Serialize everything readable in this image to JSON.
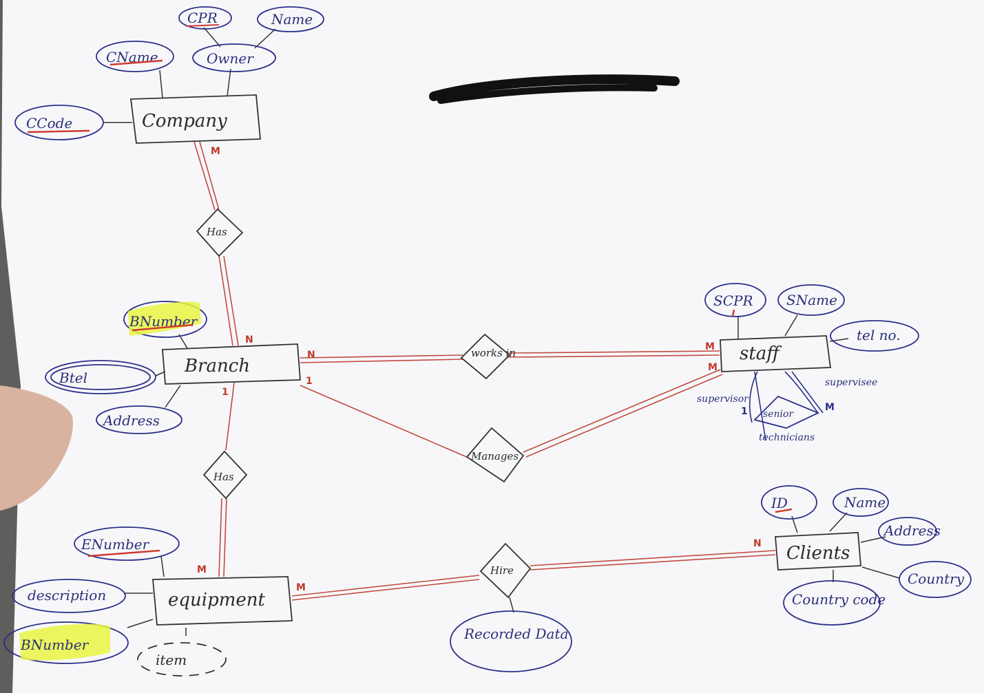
{
  "entities": {
    "company": "Company",
    "branch": "Branch",
    "staff": "staff",
    "equipment": "equipment",
    "clients": "Clients",
    "item": "item"
  },
  "relationships": {
    "has_company_branch": "Has",
    "has_branch_equipment": "Has",
    "works_in": "works in",
    "manages": "Manages",
    "hire": "Hire",
    "senior_technician": "senior"
  },
  "attributes": {
    "company": [
      "CName",
      "CCode"
    ],
    "owner": "Owner",
    "owner_parts": [
      "CPR",
      "Name"
    ],
    "branch": [
      "BNumber",
      "Btel",
      "Address"
    ],
    "staff": [
      "SCPR",
      "SName",
      "tel no."
    ],
    "equipment": [
      "ENumber",
      "description",
      "BNumber"
    ],
    "clients": [
      "ID",
      "Name",
      "Address",
      "Country",
      "Country code"
    ],
    "hire": [
      "Recorded Data"
    ]
  },
  "labels": {
    "technician": "technicians",
    "supervisor": "supervisor",
    "supervisee": "supervisee"
  },
  "cardinalities": {
    "company_has": "M",
    "branch_has_company": "N",
    "branch_works_in": "N",
    "staff_works_in": "M",
    "staff_manages": "M",
    "branch_manages": "1",
    "branch_has_equipment": "1",
    "equipment_has": "M",
    "equipment_hire": "M",
    "clients_hire": "N",
    "supervisor": "1",
    "supervisee": "M"
  },
  "colors": {
    "paper": "#f7f7f9",
    "background": "#5f5e5c",
    "entity_ink": "#333333",
    "attribute_ink": "#2b2f8a",
    "relationship_line": "#c24a3f",
    "highlight": "#e9f542",
    "redaction": "#111111"
  }
}
